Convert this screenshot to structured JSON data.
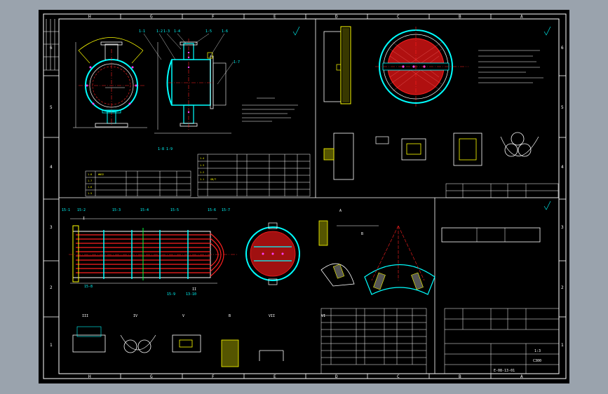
{
  "colors": {
    "surround": "#9aa3ad",
    "sheet": "#000000",
    "frame": "#ffffff",
    "cyan": "#00ffff",
    "red": "#ff2020",
    "yellow": "#ffff00",
    "green": "#00ff40",
    "magenta": "#ff40ff",
    "hatch_red": "#e02020"
  },
  "border": {
    "top_letters": [
      "H",
      "G",
      "F",
      "E",
      "D",
      "C",
      "B",
      "A"
    ],
    "bottom_letters": [
      "H",
      "G",
      "F",
      "E",
      "D",
      "C",
      "B",
      "A"
    ],
    "side_numbers": [
      "6",
      "5",
      "4",
      "3",
      "2",
      "1"
    ]
  },
  "callouts": {
    "top_left": [
      "1-1",
      "1-2",
      "1-3",
      "1-4",
      "1-5",
      "1-6",
      "1-7",
      "1-8",
      "1-9"
    ],
    "bundle": [
      "15-1",
      "15-2",
      "15-3",
      "15-4",
      "15-5",
      "15-6",
      "15-7",
      "15-8",
      "15-9",
      "13-10"
    ]
  },
  "section_marks": {
    "A": "A",
    "B": "B",
    "I": "I",
    "II": "II",
    "III": "III",
    "IV": "IV",
    "V": "V",
    "VI": "VI",
    "VII": "VII"
  },
  "title_block": {
    "scale": "1:3",
    "drawing_no": "C300",
    "project": "E-08-13-01"
  },
  "icons": [
    "roughness-symbol-icon"
  ]
}
